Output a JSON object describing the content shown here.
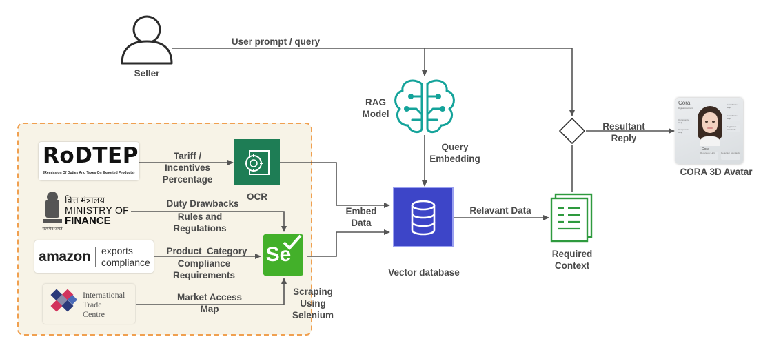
{
  "nodes": {
    "seller": "Seller",
    "rag": "RAG Model",
    "ocr": "OCR",
    "vector_db": "Vector database",
    "required_context": "Required Context",
    "avatar": "CORA 3D Avatar",
    "scraping": "Scraping Using Selenium"
  },
  "edges": {
    "user_prompt": "User prompt / query",
    "tariff": "Tariff / Incentives Percentage",
    "duty": "Duty Drawbacks",
    "rules": "Rules and Regulations",
    "product": "Product  Category",
    "compliance": "Compliance Requirements",
    "market": "Market Access Map",
    "embed": "Embed Data",
    "query_embedding": "Query Embedding",
    "relevant": "Relavant Data",
    "resultant": "Resultant Reply"
  },
  "sources": {
    "rodtep_title": "RoDTEP",
    "rodtep_sub": "(Remission Of Duties And Taxes On Exported Products)",
    "mof_hindi": "वित्त मंत्रालय",
    "mof_line1": "MINISTRY OF",
    "mof_line2": "FINANCE",
    "mof_motto": "सत्यमेव जयते",
    "amazon_word": "amazon",
    "amazon_exports": "exports",
    "amazon_compliance": "compliance",
    "itc_line1": "International",
    "itc_line2": "Trade",
    "itc_line3": "Centre"
  },
  "selenium_text": "Se",
  "avatar_screen": {
    "title": "Cora",
    "subtitle": "Digital Assistant",
    "left_items": [
      "Compliance Help",
      "Compliance Help"
    ],
    "right_items": [
      "Compliance Help",
      "Compliance Help",
      "Regulation Standards"
    ],
    "bottom_name": "Cora",
    "bottom_items": [
      "Regulatory Help",
      "Regulator Standards"
    ]
  },
  "colors": {
    "arrow": "#555555",
    "dashed_border": "#f0a050",
    "group_fill": "#f7f3e7",
    "ocr_green": "#1e7d55",
    "selenium_green": "#43b02a",
    "db_blue": "#3d45c8",
    "rag_teal": "#14a39a"
  }
}
